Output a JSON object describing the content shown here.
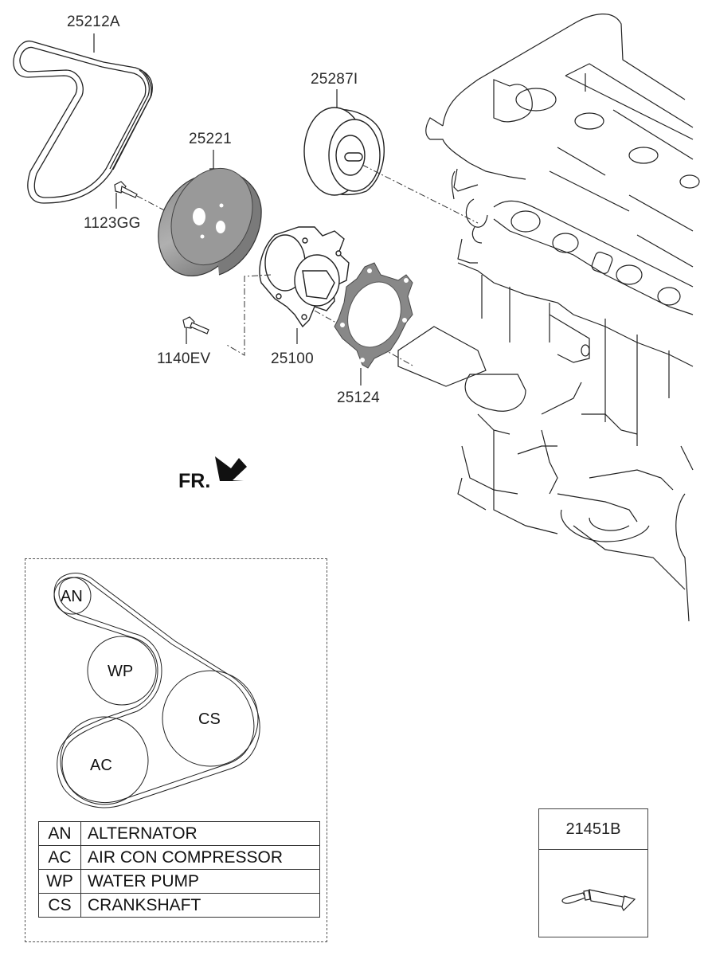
{
  "diagram": {
    "type": "exploded-parts-diagram",
    "parts": [
      {
        "part_no": "25212A",
        "name": "drive belt"
      },
      {
        "part_no": "25221",
        "name": "water pump pulley"
      },
      {
        "part_no": "1123GG",
        "name": "pulley bolt"
      },
      {
        "part_no": "25287I",
        "name": "idler pulley"
      },
      {
        "part_no": "25100",
        "name": "water pump"
      },
      {
        "part_no": "1140EV",
        "name": "water pump bolt"
      },
      {
        "part_no": "25124",
        "name": "gasket"
      },
      {
        "part_no": "21451B",
        "name": "sealant tube"
      }
    ],
    "direction_marker": "FR."
  },
  "belt_routing": {
    "pulleys": [
      {
        "code": "AN"
      },
      {
        "code": "WP"
      },
      {
        "code": "CS"
      },
      {
        "code": "AC"
      }
    ],
    "legend": [
      {
        "code": "AN",
        "description": "ALTERNATOR"
      },
      {
        "code": "AC",
        "description": "AIR CON COMPRESSOR"
      },
      {
        "code": "WP",
        "description": "WATER PUMP"
      },
      {
        "code": "CS",
        "description": "CRANKSHAFT"
      }
    ]
  },
  "kit_box": {
    "part_no": "21451B"
  }
}
